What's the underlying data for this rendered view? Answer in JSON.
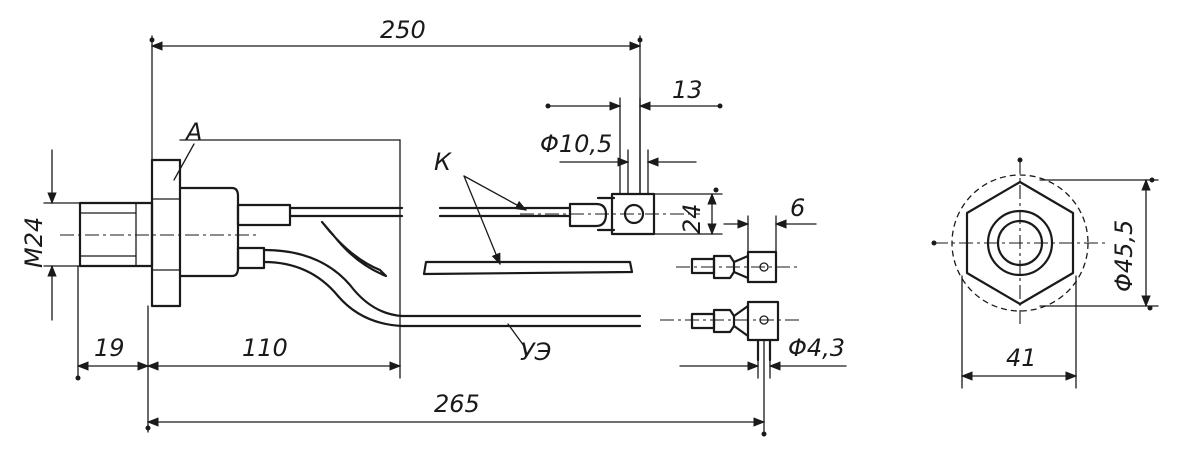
{
  "dimensions": {
    "overall_length_top": "250",
    "overall_length_bottom": "265",
    "thread_length": "19",
    "body_to_end": "110",
    "ring_width": "13",
    "ring_hole_dia": "Φ10,5",
    "ring_height": "24",
    "tip_width": "6",
    "tip_hole_dia": "Φ4,3",
    "thread_size": "M24",
    "hex_across_flats": "41",
    "hex_dia": "Φ45,5"
  },
  "callouts": {
    "part_a": "A",
    "part_k": "К",
    "part_ue": "УЭ"
  }
}
